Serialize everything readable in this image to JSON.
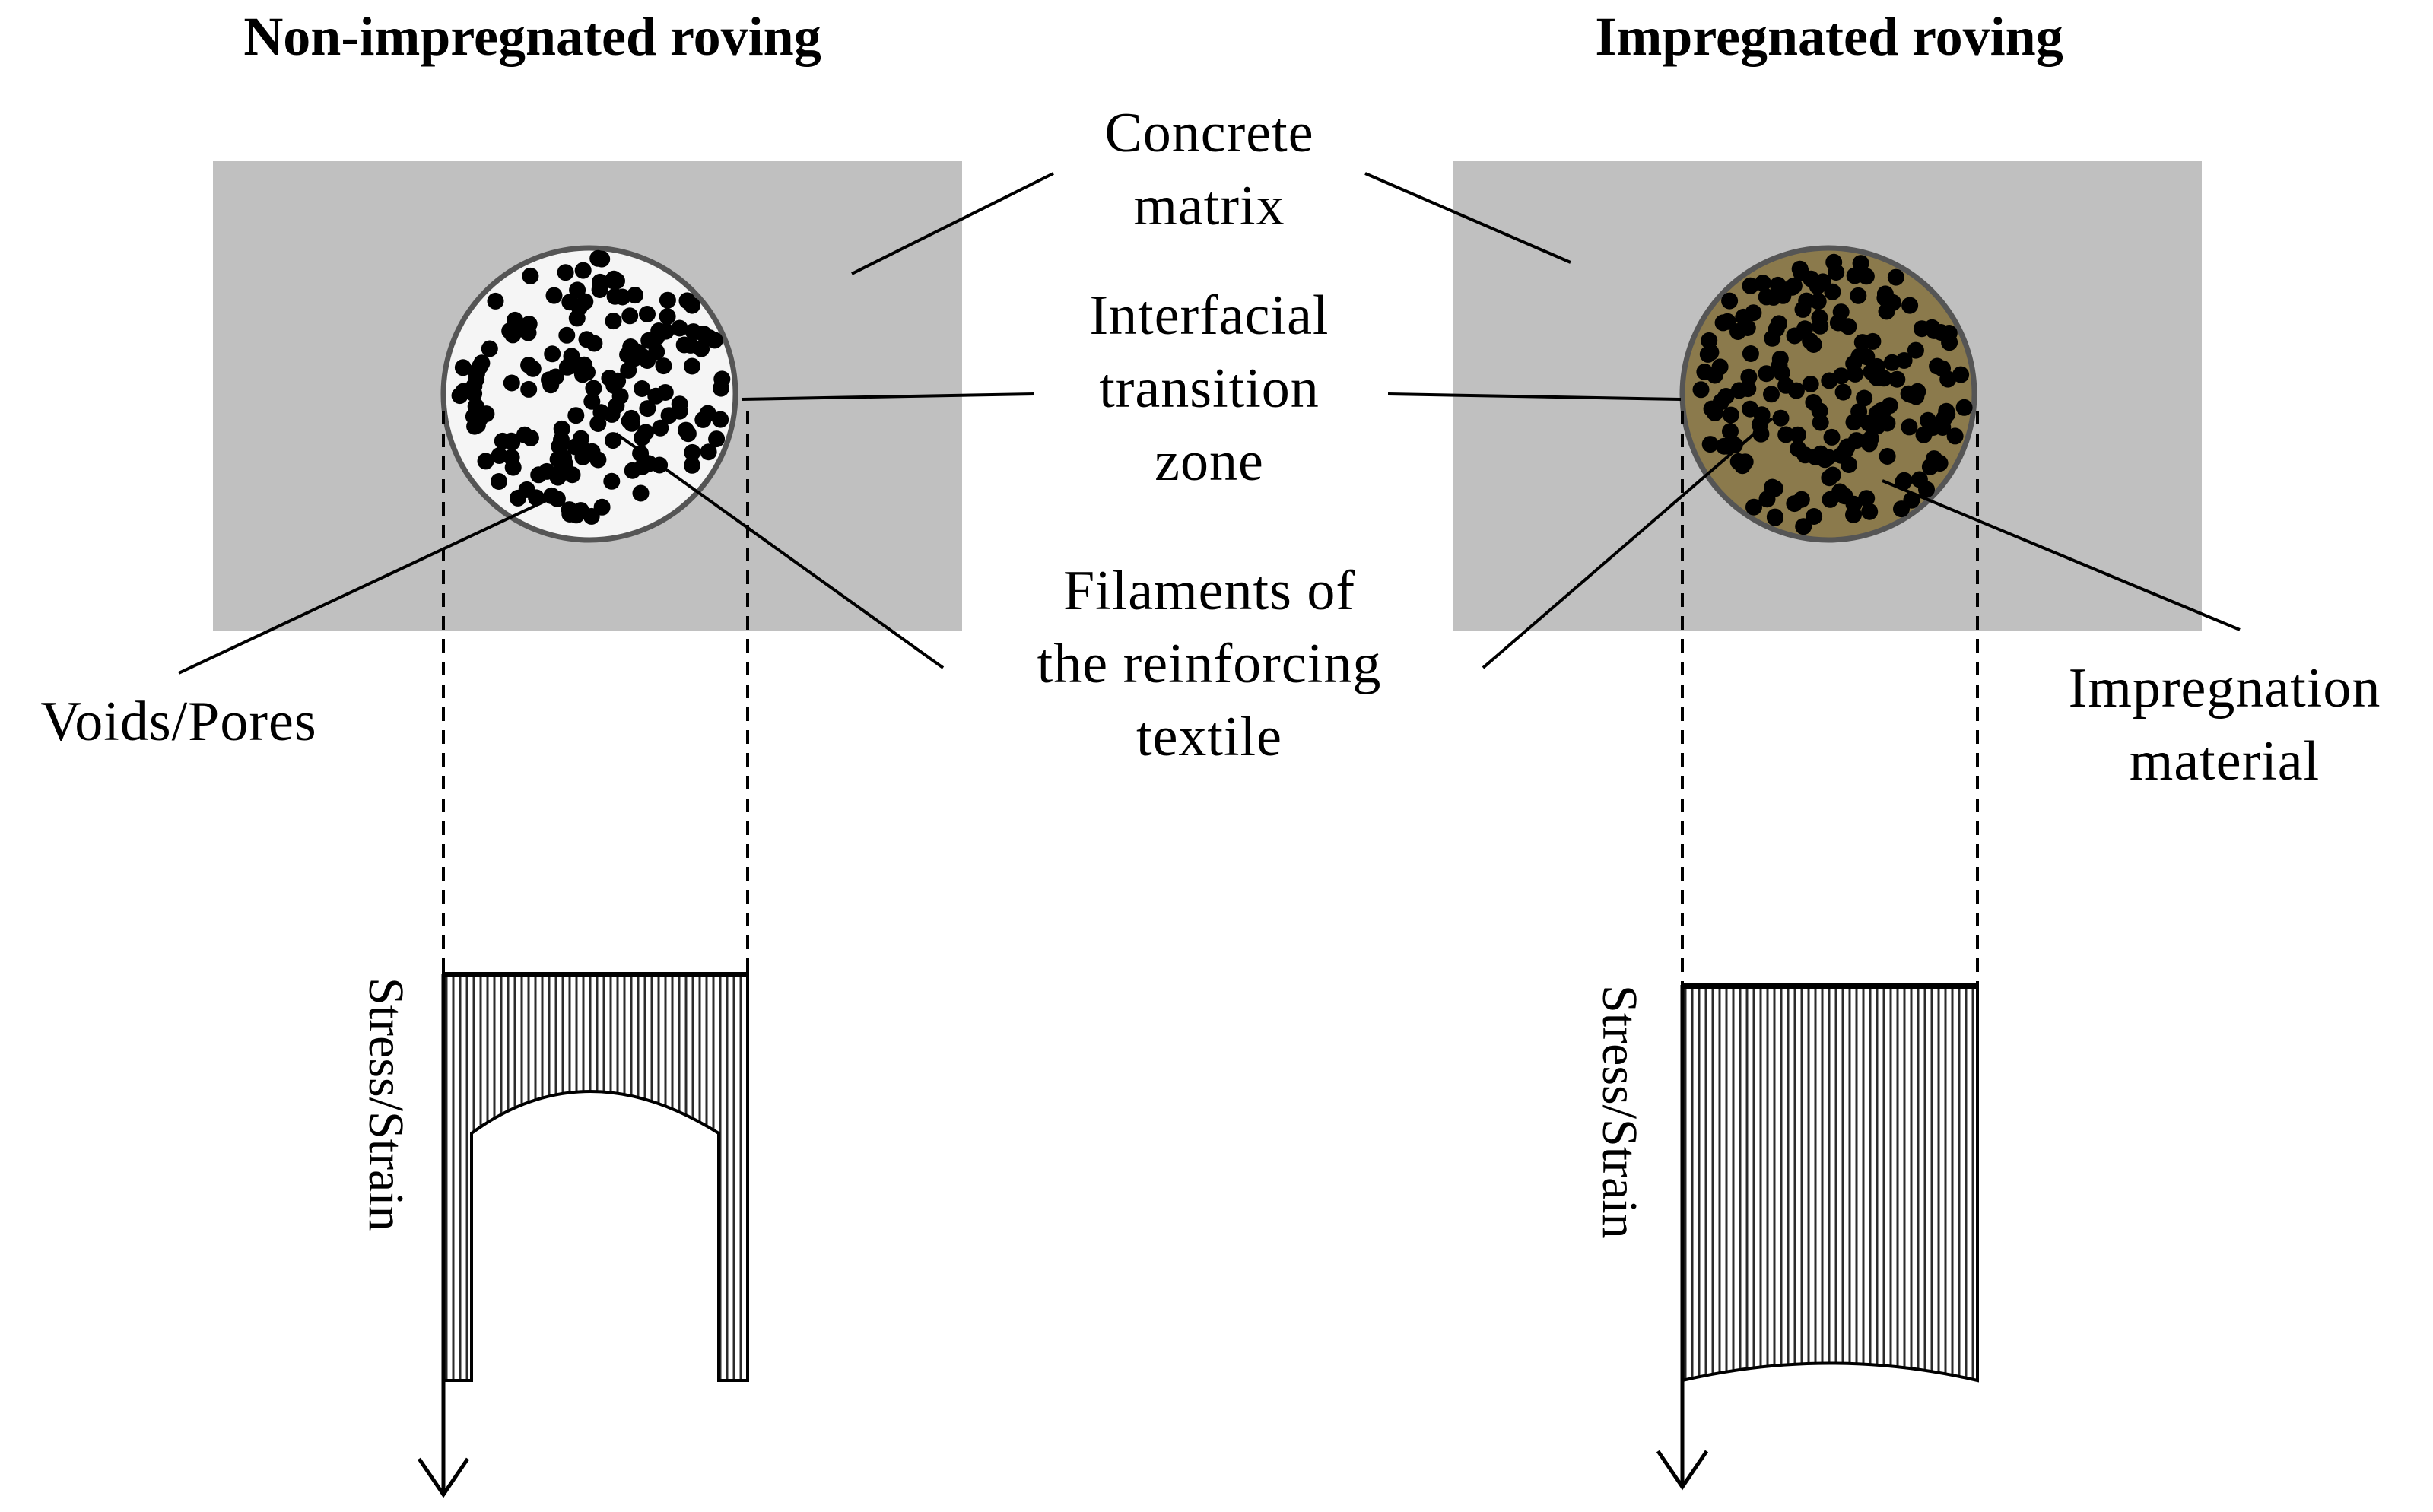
{
  "headings": {
    "left": "Non-impregnated roving",
    "right": "Impregnated roving"
  },
  "callouts": {
    "concrete_matrix": [
      "Concrete",
      "matrix"
    ],
    "itz": [
      "Interfacial",
      "transition",
      "zone"
    ],
    "filaments": [
      "Filaments of",
      "the reinforcing",
      "textile"
    ],
    "voids": [
      "Voids/Pores"
    ],
    "impregnation": [
      "Impregnation",
      "material"
    ]
  },
  "axis_label": "Stress/Strain",
  "colors": {
    "matrix": "#c0c0c0",
    "void_fill": "#f5f5f5",
    "impregnation_fill": "#8b7a4c",
    "filament": "#000000",
    "hatch": "#333333"
  }
}
